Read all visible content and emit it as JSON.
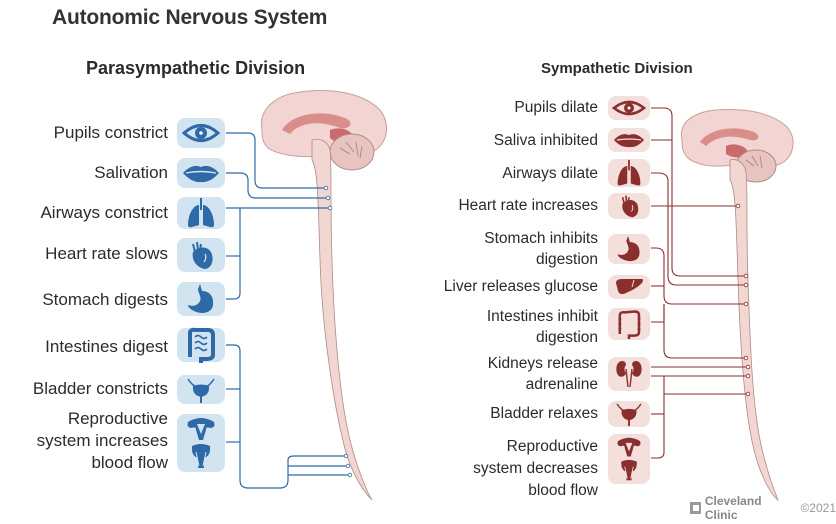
{
  "title": "Autonomic Nervous System",
  "colors": {
    "parasympathetic": "#2f6aa8",
    "parasympathetic_bg": "#d3e4f1",
    "sympathetic": "#8b2e2e",
    "sympathetic_bg": "#f3dfdc",
    "spinal_cord": "#f1d6d1",
    "brain": "#f2d5d2"
  },
  "parasympathetic": {
    "heading": "Parasympathetic Division",
    "items": [
      {
        "label": "Pupils constrict",
        "icon": "eye-icon"
      },
      {
        "label": "Salivation",
        "icon": "lips-icon"
      },
      {
        "label": "Airways constrict",
        "icon": "lungs-icon"
      },
      {
        "label": "Heart rate slows",
        "icon": "heart-icon"
      },
      {
        "label": "Stomach digests",
        "icon": "stomach-icon"
      },
      {
        "label": "Intestines digest",
        "icon": "intestines-icon"
      },
      {
        "label": "Bladder constricts",
        "icon": "bladder-icon"
      },
      {
        "label": "Reproductive system increases blood flow",
        "lines": [
          "Reproductive",
          "system increases",
          "blood flow"
        ],
        "icon": "reproductive-icon"
      }
    ]
  },
  "sympathetic": {
    "heading": "Sympathetic Division",
    "items": [
      {
        "label": "Pupils dilate",
        "icon": "eye-icon"
      },
      {
        "label": "Saliva inhibited",
        "icon": "lips-icon"
      },
      {
        "label": "Airways dilate",
        "icon": "lungs-icon"
      },
      {
        "label": "Heart rate increases",
        "icon": "heart-icon"
      },
      {
        "label": "Stomach inhibits digestion",
        "lines": [
          "Stomach inhibits",
          "digestion"
        ],
        "icon": "stomach-icon"
      },
      {
        "label": "Liver releases glucose",
        "icon": "liver-icon"
      },
      {
        "label": "Intestines inhibit digestion",
        "lines": [
          "Intestines inhibit",
          "digestion"
        ],
        "icon": "intestines-icon"
      },
      {
        "label": "Kidneys release adrenaline",
        "lines": [
          "Kidneys release",
          "adrenaline"
        ],
        "icon": "kidneys-icon"
      },
      {
        "label": "Bladder relaxes",
        "icon": "bladder-icon"
      },
      {
        "label": "Reproductive system decreases blood flow",
        "lines": [
          "Reproductive",
          "system decreases",
          "blood flow"
        ],
        "icon": "reproductive-icon"
      }
    ]
  },
  "footer": {
    "brand": "Cleveland Clinic",
    "copyright": "©2021"
  }
}
